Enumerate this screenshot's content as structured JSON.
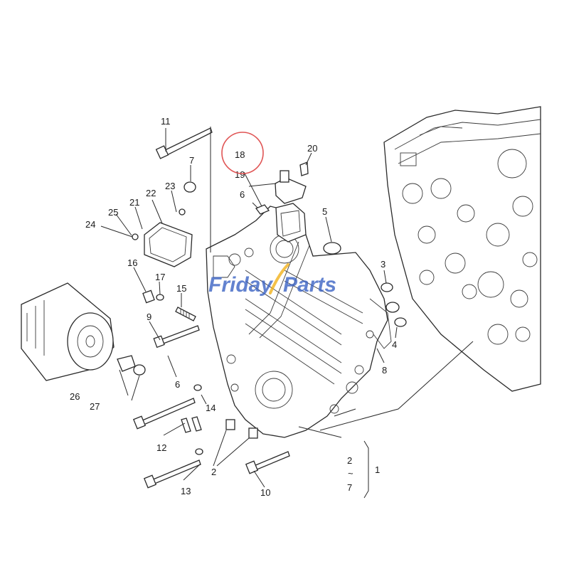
{
  "diagram": {
    "callouts": [
      {
        "id": "c1",
        "text": "1"
      },
      {
        "id": "c2a",
        "text": "2"
      },
      {
        "id": "c2b",
        "text": "2"
      },
      {
        "id": "c3",
        "text": "3"
      },
      {
        "id": "c4",
        "text": "4"
      },
      {
        "id": "c5",
        "text": "5"
      },
      {
        "id": "c6a",
        "text": "6"
      },
      {
        "id": "c6b",
        "text": "6"
      },
      {
        "id": "c7a",
        "text": "7"
      },
      {
        "id": "c7b",
        "text": "7"
      },
      {
        "id": "c8",
        "text": "8"
      },
      {
        "id": "c9",
        "text": "9"
      },
      {
        "id": "c10",
        "text": "10"
      },
      {
        "id": "c11",
        "text": "11"
      },
      {
        "id": "c12",
        "text": "12"
      },
      {
        "id": "c13",
        "text": "13"
      },
      {
        "id": "c14",
        "text": "14"
      },
      {
        "id": "c15",
        "text": "15"
      },
      {
        "id": "c16",
        "text": "16"
      },
      {
        "id": "c17",
        "text": "17"
      },
      {
        "id": "c18",
        "text": "18"
      },
      {
        "id": "c19",
        "text": "19"
      },
      {
        "id": "c20",
        "text": "20"
      },
      {
        "id": "c21",
        "text": "21"
      },
      {
        "id": "c22",
        "text": "22"
      },
      {
        "id": "c23",
        "text": "23"
      },
      {
        "id": "c24",
        "text": "24"
      },
      {
        "id": "c25",
        "text": "25"
      },
      {
        "id": "c26",
        "text": "26"
      },
      {
        "id": "c27",
        "text": "27"
      }
    ],
    "range_tilde": "~",
    "highlight_color": "#e05555"
  },
  "watermark": {
    "brand_main": "Friday",
    "brand_second": "Parts",
    "main_color": "#3b63c4",
    "accent_color": "#f2b21b"
  }
}
